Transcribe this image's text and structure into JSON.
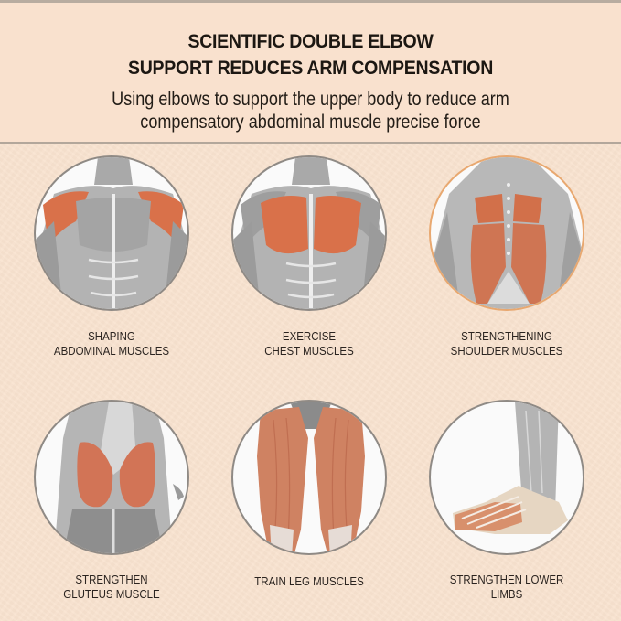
{
  "header": {
    "title_line1": "SCIENTIFIC DOUBLE ELBOW",
    "title_line2": "SUPPORT REDUCES ARM COMPENSATION",
    "subtitle_line1": "Using elbows to support the upper body to reduce arm",
    "subtitle_line2": "compensatory abdominal muscle precise force"
  },
  "colors": {
    "background": "#f9e3cf",
    "muscle_highlight": "#d9714a",
    "muscle_grey": "#9a9a9a",
    "circle_border": "#8f8a85",
    "circle_border_accent": "#e8a870",
    "text": "#1c1712"
  },
  "benefits": [
    {
      "line1": "SHAPING",
      "line2": "ABDOMINAL MUSCLES",
      "illustration": "torso-shoulders-highlight-icon"
    },
    {
      "line1": "EXERCISE",
      "line2": "CHEST MUSCLES",
      "illustration": "torso-chest-highlight-icon"
    },
    {
      "line1": "STRENGTHENING",
      "line2": "SHOULDER MUSCLES",
      "illustration": "back-muscles-highlight-icon"
    },
    {
      "line1": "STRENGTHEN",
      "line2": "GLUTEUS MUSCLE",
      "illustration": "gluteus-highlight-icon"
    },
    {
      "line1": "TRAIN LEG MUSCLES",
      "line2": "",
      "illustration": "thigh-muscles-highlight-icon"
    },
    {
      "line1": "STRENGTHEN LOWER",
      "line2": "LIMBS",
      "illustration": "foot-ankle-highlight-icon"
    }
  ]
}
